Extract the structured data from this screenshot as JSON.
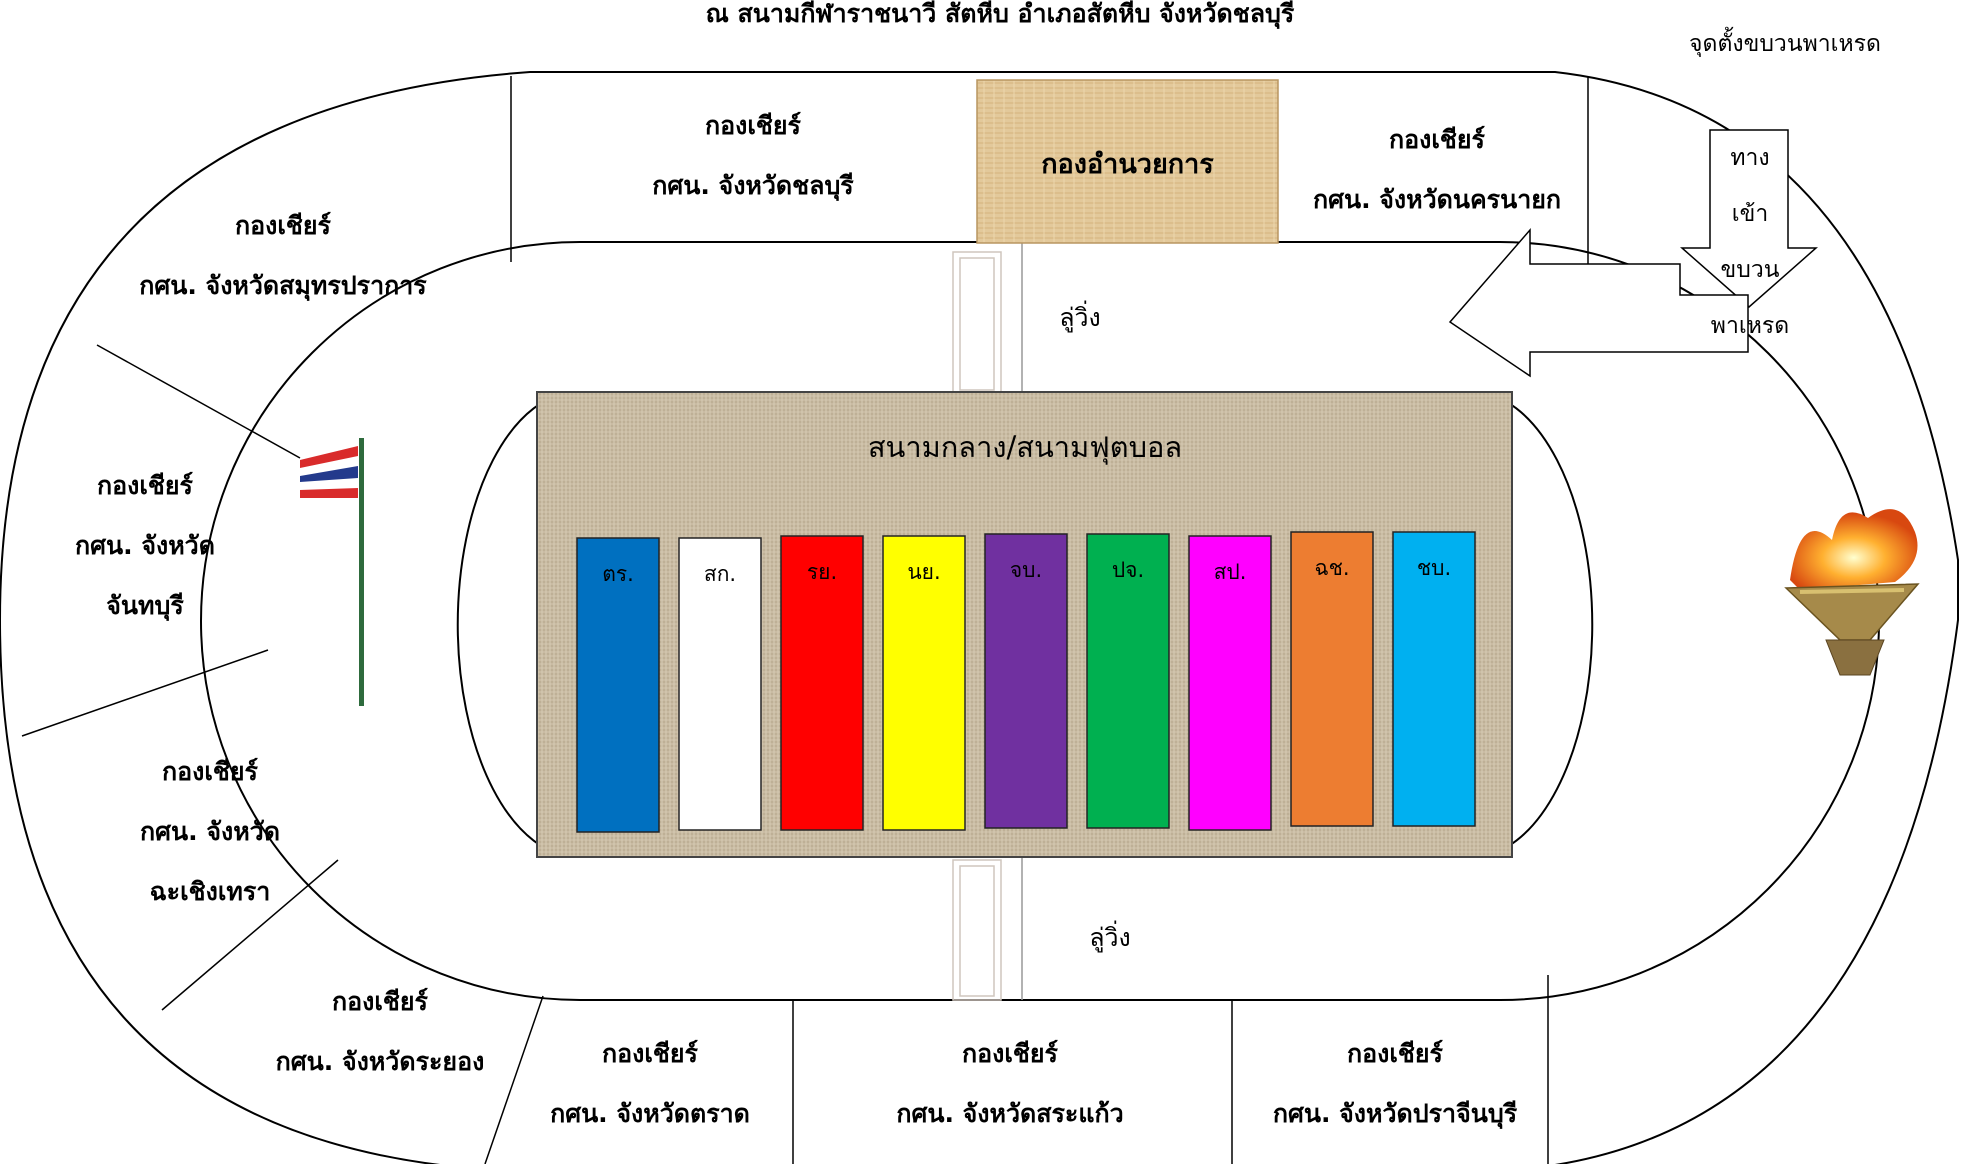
{
  "header": {
    "title": "ณ สนามกีฬาราชนาวี สัตหีบ อำเภอสัตหีบ จังหวัดชลบุรี",
    "parade_point": "จุดตั้งขบวนพาเหรด"
  },
  "committee": {
    "label": "กองอำนวยการ"
  },
  "entrance": {
    "line1": "ทาง",
    "line2": "เข้า",
    "line3": "ขบวน",
    "line4": "พาเหรด"
  },
  "track": {
    "label_top": "ลู่วิ่ง",
    "label_bottom": "ลู่วิ่ง"
  },
  "field": {
    "label": "สนามกลาง/สนามฟุตบอล"
  },
  "cheer_sections": [
    {
      "line1": "กองเชียร์",
      "line2": "กศน. จังหวัดชลบุรี"
    },
    {
      "line1": "กองเชียร์",
      "line2": "กศน. จังหวัดนครนายก"
    },
    {
      "line1": "กองเชียร์",
      "line2": "กศน. จังหวัดสมุทรปราการ"
    },
    {
      "line1": "กองเชียร์",
      "line2": "กศน. จังหวัด",
      "line3": "จันทบุรี"
    },
    {
      "line1": "กองเชียร์",
      "line2": "กศน. จังหวัด",
      "line3": "ฉะเชิงเทรา"
    },
    {
      "line1": "กองเชียร์",
      "line2": "กศน. จังหวัดระยอง"
    },
    {
      "line1": "กองเชียร์",
      "line2": "กศน. จังหวัดตราด"
    },
    {
      "line1": "กองเชียร์",
      "line2": "กศน. จังหวัดสระแก้ว"
    },
    {
      "line1": "กองเชียร์",
      "line2": "กศน. จังหวัดปราจีนบุรี"
    }
  ],
  "columns": [
    {
      "label": "ตร.",
      "color": "#0070c0"
    },
    {
      "label": "สก.",
      "color": "#ffffff"
    },
    {
      "label": "รย.",
      "color": "#ff0000"
    },
    {
      "label": "นย.",
      "color": "#ffff00"
    },
    {
      "label": "จบ.",
      "color": "#7030a0"
    },
    {
      "label": "ปจ.",
      "color": "#00b050"
    },
    {
      "label": "สป.",
      "color": "#ff00ff"
    },
    {
      "label": "ฉช.",
      "color": "#ed7d31"
    },
    {
      "label": "ชบ.",
      "color": "#00b0f0"
    }
  ],
  "icons": [
    "thai-flag-icon",
    "torch-cauldron-icon",
    "down-arrow-icon",
    "left-arrow-icon"
  ]
}
